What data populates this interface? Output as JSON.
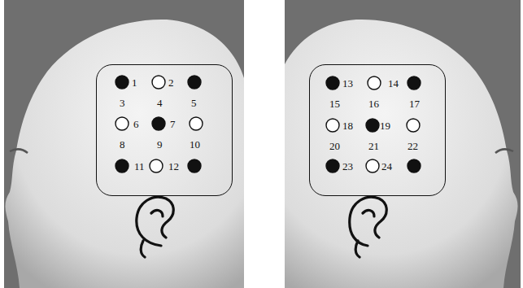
{
  "diagram": {
    "nodes": [
      {
        "text": [
          "1",
          "2",
          "3",
          "4",
          "5",
          "6",
          "7",
          "8",
          "9",
          "10",
          "11",
          "12"
        ]
      },
      {
        "text": [
          "13",
          "14",
          "15",
          "16",
          "17",
          "18",
          "19",
          "20",
          "21",
          "22",
          "23",
          "24"
        ]
      }
    ]
  }
}
